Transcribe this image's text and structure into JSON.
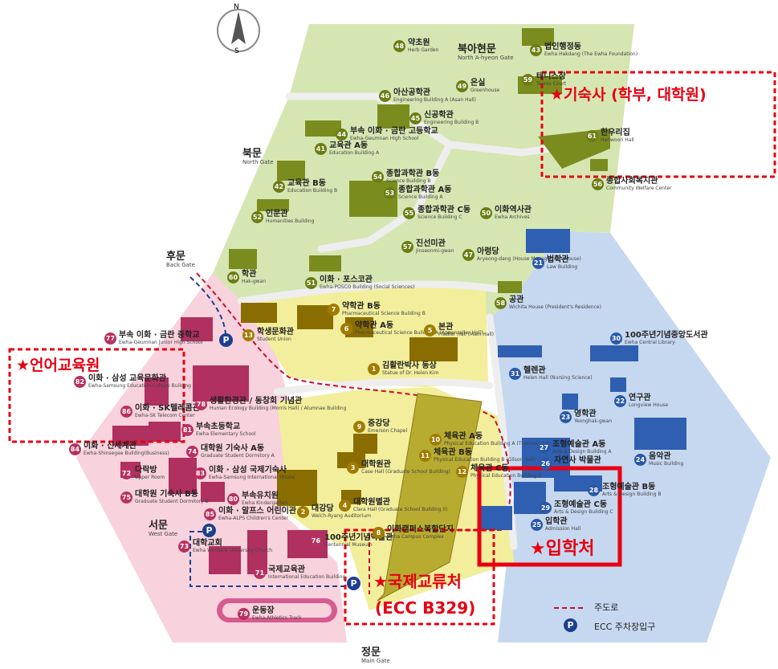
{
  "compass": {
    "n": "N",
    "s": "S"
  },
  "gates": {
    "north_a": {
      "kr": "북아현문",
      "en": "North A-hyeon Gate"
    },
    "north": {
      "kr": "북문",
      "en": "North Gate"
    },
    "back": {
      "kr": "후문",
      "en": "Back Gate"
    },
    "west": {
      "kr": "서문",
      "en": "West Gate"
    },
    "main": {
      "kr": "정문",
      "en": "Main Gate"
    }
  },
  "buildings": [
    {
      "n": "48",
      "kr": "약초원",
      "en": "Herb Garden",
      "zone": "green"
    },
    {
      "n": "43",
      "kr": "법인행정동",
      "en": "Ewha Hakdang (The Ewha Foundation)",
      "zone": "green"
    },
    {
      "n": "59",
      "kr": "테니스장",
      "en": "Tennis Court",
      "zone": "green"
    },
    {
      "n": "49",
      "kr": "온실",
      "en": "Greenhouse",
      "zone": "green"
    },
    {
      "n": "46",
      "kr": "아산공학관",
      "en": "Engineering Building A (Asan Hall)",
      "zone": "green"
    },
    {
      "n": "45",
      "kr": "신공학관",
      "en": "Engineering Building B",
      "zone": "green"
    },
    {
      "n": "44",
      "kr": "부속 이화 · 금란 고등학교",
      "en": "Ewha-Geumnan High School",
      "zone": "green"
    },
    {
      "n": "41",
      "kr": "교육관 A동",
      "en": "Education Building A",
      "zone": "green"
    },
    {
      "n": "61",
      "kr": "한우리집",
      "en": "Hanwoori Hall",
      "zone": "green"
    },
    {
      "n": "56",
      "kr": "종합사회복지관",
      "en": "Community Welfare Center",
      "zone": "green"
    },
    {
      "n": "42",
      "kr": "교육관 B동",
      "en": "Education Building B",
      "zone": "green"
    },
    {
      "n": "54",
      "kr": "종합과학관 B동",
      "en": "Science Building B",
      "zone": "green"
    },
    {
      "n": "53",
      "kr": "종합과학관 A동",
      "en": "Science Building A",
      "zone": "green"
    },
    {
      "n": "55",
      "kr": "종합과학관 C동",
      "en": "Science Building C",
      "zone": "green"
    },
    {
      "n": "52",
      "kr": "인문관",
      "en": "Humanities Building",
      "zone": "green"
    },
    {
      "n": "50",
      "kr": "이화역사관",
      "en": "Ewha Archives",
      "zone": "green"
    },
    {
      "n": "57",
      "kr": "진선미관",
      "en": "Jinseonmi-gwan",
      "zone": "green"
    },
    {
      "n": "47",
      "kr": "아령당",
      "en": "Aryeong-dang (House Management House)",
      "zone": "green"
    },
    {
      "n": "60",
      "kr": "학관",
      "en": "Hak-gwan",
      "zone": "green"
    },
    {
      "n": "51",
      "kr": "이화 · 포스코관",
      "en": "Ewha-POSCO Building (Social Sciences)",
      "zone": "green"
    },
    {
      "n": "21",
      "kr": "법학관",
      "en": "Law Building",
      "zone": "blue"
    },
    {
      "n": "58",
      "kr": "공관",
      "en": "Wichita House (President's Residence)",
      "zone": "green"
    },
    {
      "n": "13",
      "kr": "학생문화관",
      "en": "Student Union",
      "zone": "yellow"
    },
    {
      "n": "7",
      "kr": "약학관 B동",
      "en": "Pharmaceutical Science Building B",
      "zone": "yellow"
    },
    {
      "n": "6",
      "kr": "약학관 A동",
      "en": "Pharmaceutical Science Building A (Appenzeller Hall)",
      "zone": "yellow"
    },
    {
      "n": "5",
      "kr": "본관",
      "en": "Pfeiffer Hall (Main Hall)",
      "zone": "yellow"
    },
    {
      "n": "1",
      "kr": "김활란박사 동상",
      "en": "Statue of Dr. Helen Kim",
      "zone": "yellow"
    },
    {
      "n": "30",
      "kr": "100주년기념중앙도서관",
      "en": "Ewha Central Library",
      "zone": "blue"
    },
    {
      "n": "31",
      "kr": "헬렌관",
      "en": "Helen Hall (Nursing Science)",
      "zone": "blue"
    },
    {
      "n": "22",
      "kr": "연구관",
      "en": "Longview House",
      "zone": "blue"
    },
    {
      "n": "23",
      "kr": "영학관",
      "en": "Yeonghak-gwan",
      "zone": "blue"
    },
    {
      "n": "77",
      "kr": "부속 이화 · 금란 중학교",
      "en": "Ewha-Geumnan Junior High School",
      "zone": "pink"
    },
    {
      "n": "82",
      "kr": "이화 · 삼성 교육문화관",
      "en": "Ewha-Samsung Education Culture Building",
      "zone": "pink"
    },
    {
      "n": "86",
      "kr": "이화 · SK텔레콤관",
      "en": "Ewha-SK Telecom Center",
      "zone": "pink"
    },
    {
      "n": "78",
      "kr": "생활환경관 / 동창회 기념관",
      "en": "Human Ecology Building (Morris Hall) / Alumnae Building",
      "zone": "pink"
    },
    {
      "n": "81",
      "kr": "부속초등학교",
      "en": "Ewha Elementary School",
      "zone": "pink"
    },
    {
      "n": "84",
      "kr": "이화 · 신세계관",
      "en": "Ewha-Shinsegae Building(Business)",
      "zone": "pink"
    },
    {
      "n": "74",
      "kr": "대학원 기숙사 A동",
      "en": "Graduate Student Dormitory A",
      "zone": "pink"
    },
    {
      "n": "72",
      "kr": "다락방",
      "en": "Upper Room",
      "zone": "pink"
    },
    {
      "n": "83",
      "kr": "이화 · 삼성 국제기숙사",
      "en": "Ewha-Samsung International House",
      "zone": "pink"
    },
    {
      "n": "75",
      "kr": "대학원 기숙사 B동",
      "en": "Graduate Student Dormitory B",
      "zone": "pink"
    },
    {
      "n": "80",
      "kr": "부속유치원",
      "en": "Ewha Kindergarten",
      "zone": "pink"
    },
    {
      "n": "85",
      "kr": "이화 · 알프스 어린이관",
      "en": "Ewha-ALPS Children's Center",
      "zone": "pink"
    },
    {
      "n": "73",
      "kr": "대학교회",
      "en": "Ewha Womans University Church",
      "zone": "pink"
    },
    {
      "n": "71",
      "kr": "국제교육관",
      "en": "International Education Building",
      "zone": "pink"
    },
    {
      "n": "76",
      "kr": "100주년기념박물관",
      "en": "Centennial Museum",
      "zone": "pink"
    },
    {
      "n": "79",
      "kr": "운동장",
      "en": "Ewha Athletics Track",
      "zone": "pink"
    },
    {
      "n": "9",
      "kr": "중강당",
      "en": "Emerson Chapel",
      "zone": "yellow"
    },
    {
      "n": "3",
      "kr": "대학원관",
      "en": "Case Hall (Graduate School Building)",
      "zone": "yellow"
    },
    {
      "n": "2",
      "kr": "대강당",
      "en": "Welch-Ryang Auditorium",
      "zone": "yellow"
    },
    {
      "n": "4",
      "kr": "대학원별관",
      "en": "Clara Hall (Graduate School Building II)",
      "zone": "yellow"
    },
    {
      "n": "8",
      "kr": "이화캠퍼스복합단지",
      "en": "Ewha Campus Complex",
      "zone": "yellow"
    },
    {
      "n": "10",
      "kr": "체육관 A동",
      "en": "Physical Education Building A (Thomas Hall)",
      "zone": "yellow"
    },
    {
      "n": "11",
      "kr": "체육관 B동",
      "en": "Physical Education Building B (Gilson Hall)",
      "zone": "yellow"
    },
    {
      "n": "12",
      "kr": "체육관 C동",
      "en": "Physical Education Building C",
      "zone": "yellow"
    },
    {
      "n": "27",
      "kr": "조형예술관 A동",
      "en": "Arts & Design Building A",
      "zone": "blue"
    },
    {
      "n": "26",
      "kr": "자연사 박물관",
      "en": "",
      "zone": "blue"
    },
    {
      "n": "24",
      "kr": "음악관",
      "en": "Music Building",
      "zone": "blue"
    },
    {
      "n": "28",
      "kr": "조형예술관 B동",
      "en": "Arts & Design Building B",
      "zone": "blue"
    },
    {
      "n": "29",
      "kr": "조형예술관 C동",
      "en": "Arts & Design Building C",
      "zone": "blue"
    },
    {
      "n": "25",
      "kr": "입학관",
      "en": "Admission Hall",
      "zone": "blue"
    }
  ],
  "annotations": {
    "dorm": "★기숙사 (학부, 대학원)",
    "language": "★언어교육원",
    "admission": "★입학처",
    "intl_line1": "★국제교류처",
    "intl_line2": "(ECC B329)"
  },
  "legend": {
    "main_road": "주도로",
    "parking_badge": "P",
    "parking": "ECC 주차장입구"
  },
  "colors": {
    "green": "#d6e6b2",
    "blue": "#c6d8f0",
    "yellow": "#f2ee9c",
    "pink": "#f8d2dd",
    "path": "#eeeeee",
    "road": "#c8102e",
    "parking": "#1d3f8f",
    "annot": "#e60012"
  },
  "icons": {
    "compass": "compass-icon",
    "parking": "parking-icon"
  }
}
